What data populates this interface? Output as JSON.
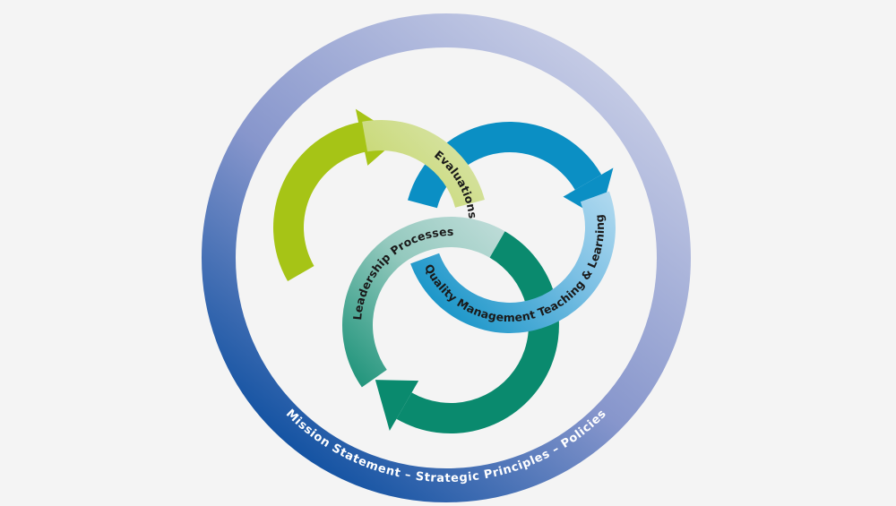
{
  "diagram": {
    "outer_ring": {
      "label": "Mission Statement – Strategic Principles – Policies",
      "colors": {
        "light": "#c7cde6",
        "mid": "#8796cc",
        "dark": "#0d4fa0"
      }
    },
    "cycles": [
      {
        "id": "evaluations",
        "label": "Evaluations",
        "colors": {
          "arrow": "#a6c416",
          "tail": "#d8e4a8",
          "label_band": "#c5d66a"
        }
      },
      {
        "id": "quality-management",
        "label": "Quality Management Teaching & Learning",
        "colors": {
          "arrow": "#0b8fc4",
          "tail": "#c3e2f3",
          "label_band": "#7cc0e4"
        }
      },
      {
        "id": "leadership-processes",
        "label": "Leadership Processes",
        "colors": {
          "arrow": "#0a8a6e",
          "tail": "#c9e1df",
          "label_band": "#94c9be"
        }
      }
    ],
    "background": "#f4f4f4"
  }
}
